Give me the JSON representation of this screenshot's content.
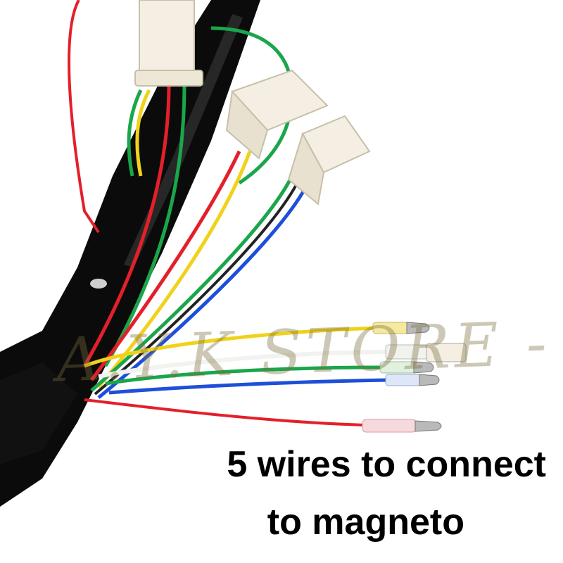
{
  "image": {
    "subject": "motorcycle wiring harness",
    "caption_line1": "5 wires to connect",
    "caption_line2": "to magneto",
    "watermark": "A.Y.K STORE - C"
  },
  "colors": {
    "background": "#ffffff",
    "sheath": "#0b0b0b",
    "red": "#e3202a",
    "green": "#1aa64a",
    "yellow": "#f0d21a",
    "blue": "#1e4fd8",
    "white": "#f2f2ee",
    "connector": "#f4efe2",
    "terminal": "#b9b9b9"
  }
}
